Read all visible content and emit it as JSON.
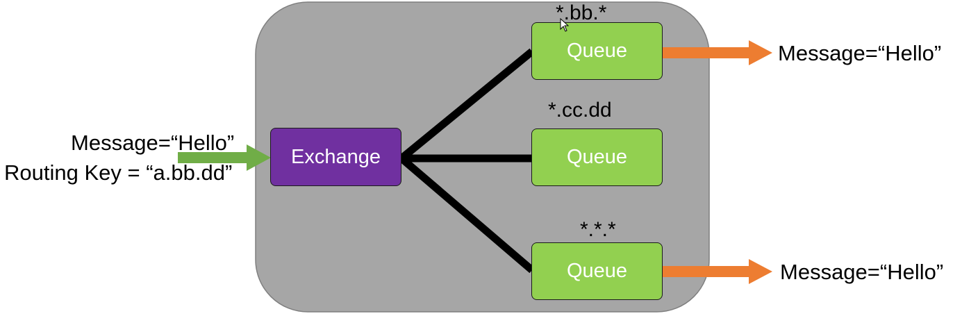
{
  "input": {
    "message": "Message=“Hello”",
    "routing_key": "Routing Key = “a.bb.dd”"
  },
  "exchange": {
    "label": "Exchange"
  },
  "queues": [
    {
      "label": "Queue",
      "binding_key": "*.bb.*",
      "output": "Message=“Hello”"
    },
    {
      "label": "Queue",
      "binding_key": "*.cc.dd"
    },
    {
      "label": "Queue",
      "binding_key": "*.*.*",
      "output": "Message=“Hello”"
    }
  ],
  "colors": {
    "container": "#a6a6a6",
    "exchange": "#7030a0",
    "queue": "#92d050",
    "input_arrow": "#70ad47",
    "output_arrow": "#ed7d31",
    "binding_line": "#000000"
  },
  "icons": {
    "cursor": "mouse-pointer-icon"
  }
}
